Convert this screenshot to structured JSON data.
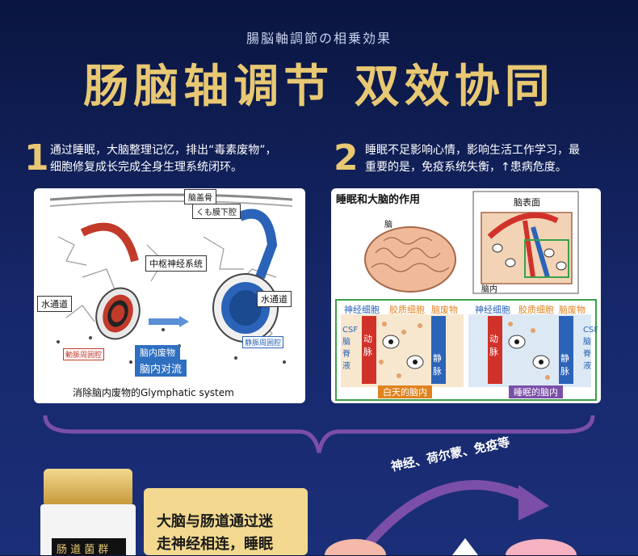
{
  "header": {
    "subtitle": "腸脳軸調節の相乗効果",
    "title": "肠脑轴调节  双效协同"
  },
  "points": [
    {
      "num": "1",
      "text_line1": "通过睡眠，大脑整理记忆，排出“毒素废物”，",
      "text_line2": "细胞修复成长完成全身生理系统闭环。"
    },
    {
      "num": "2",
      "text_line1": "睡眠不足影响心情，影响生活工作学习，最",
      "text_line2": "重要的是，免疫系统失衡，↑患病危度。"
    }
  ],
  "left_panel": {
    "label_skull": "脑盖骨",
    "label_pia": "くも膜下腔",
    "label_cns": "中枢神经系统",
    "label_water_left": "水通道",
    "label_water_right": "水通道",
    "label_artery": "動脈周囲腔",
    "label_vein": "静脈周囲腔",
    "label_waste": "脑内废物",
    "label_flow": "脑内对流",
    "caption": "消除脑内废物的Glymphatic system"
  },
  "right_panel": {
    "title": "睡眠和大脑的作用",
    "label_brain": "脑",
    "label_surface": "脑表面",
    "label_inside": "脑内",
    "left_sub": {
      "neuron": "神经细胞",
      "glia": "胶质细胞",
      "waste": "脑废物",
      "artery": "动脉",
      "vein": "静脉",
      "csf": "CSF脑脊液",
      "caption": "白天的脑内"
    },
    "right_sub": {
      "neuron": "神经细胞",
      "glia": "胶质细胞",
      "waste": "脑废物",
      "artery": "动脉",
      "vein": "静脉",
      "csf": "CSF脑脊液",
      "caption": "睡眠的脑内"
    }
  },
  "bottom": {
    "arc_label": "神经、荷尔蒙、免疫等",
    "note_line1": "大脑与肠道通过迷",
    "note_line2": "走神经相连，睡眠",
    "bottle_label": "肠 道 菌 群"
  },
  "colors": {
    "gold": "#e8c872",
    "navy": "#0a1540",
    "purple": "#7b4fa8",
    "artery_red": "#d0322a",
    "vein_blue": "#2a63b8"
  }
}
